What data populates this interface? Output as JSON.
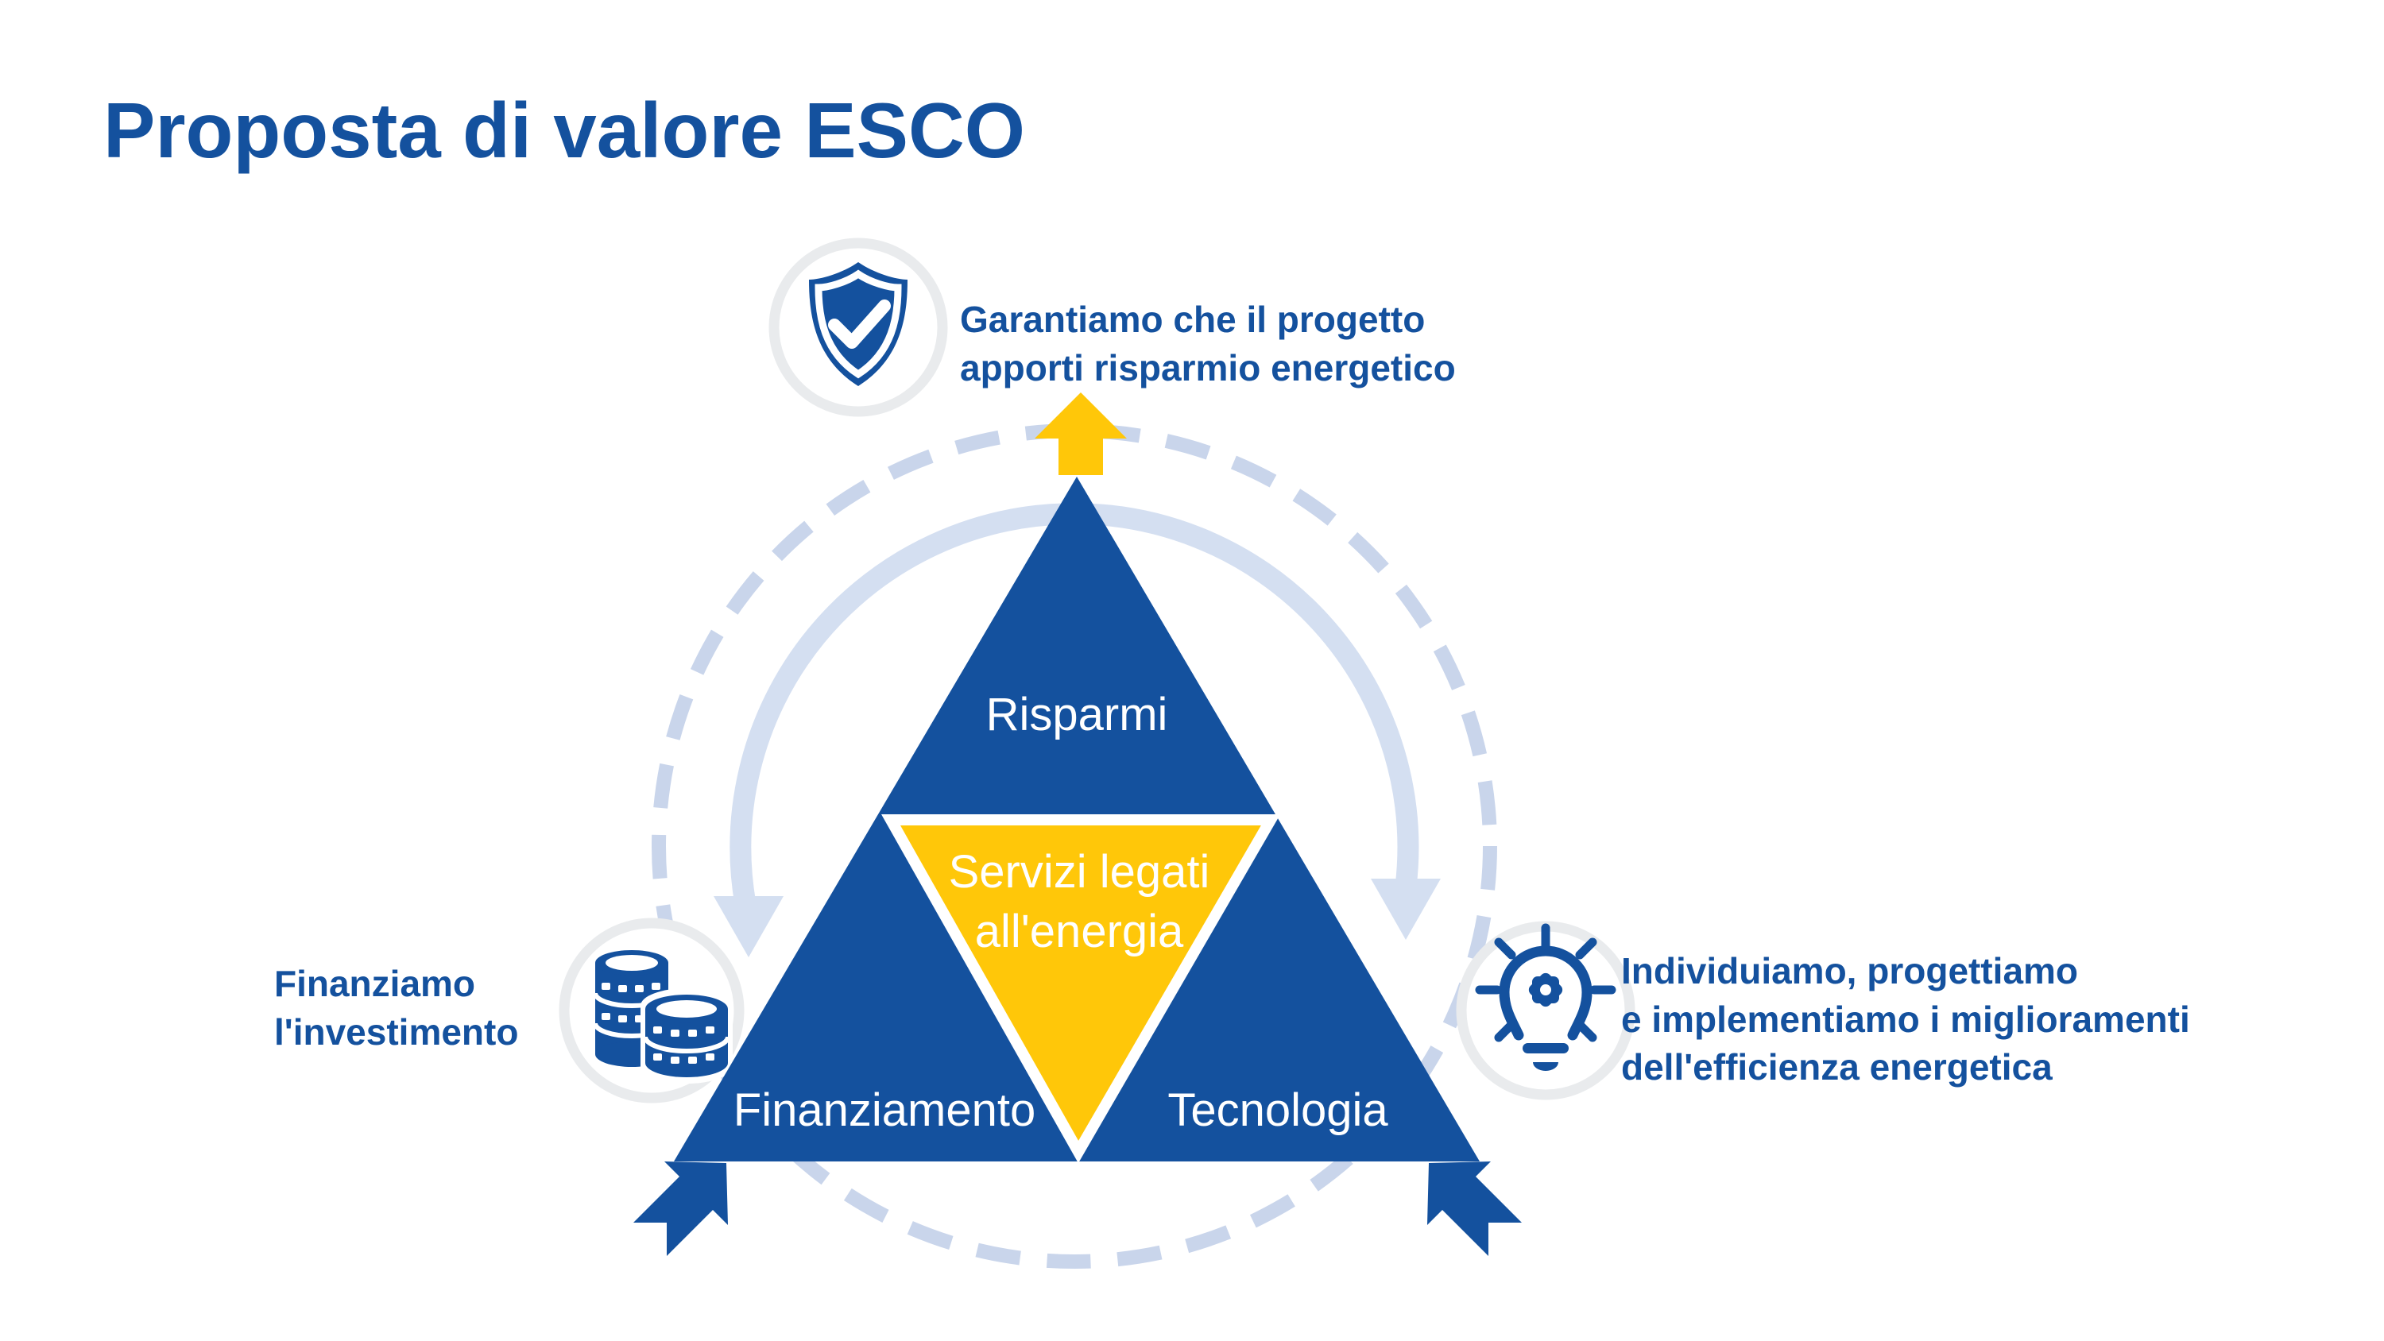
{
  "slide": {
    "title": "Proposta di valore ESCO"
  },
  "colors": {
    "primary_blue": "#14519E",
    "accent_yellow": "#FFC709",
    "dashed_ring": "#C9D5EB",
    "flow_arrow": "#D4DFF1",
    "icon_ring": "#E9EBED",
    "label_white": "#FFFFFF"
  },
  "triangle": {
    "top_section": "Risparmi",
    "center_section": "Servizi legati\nall'energia",
    "bottom_left_section": "Finanziamento",
    "bottom_right_section": "Tecnologia"
  },
  "annotations": {
    "top": {
      "icon": "shield-check-icon",
      "text": "Garantiamo che il progetto\napporti risparmio energetico"
    },
    "left": {
      "icon": "coins-icon",
      "text": "Finanziamo\nl'investimento"
    },
    "right": {
      "icon": "lightbulb-gear-icon",
      "text": "Individuiamo, progettiamo\ne implementiamo i miglioramenti\ndell'efficienza energetica"
    }
  }
}
